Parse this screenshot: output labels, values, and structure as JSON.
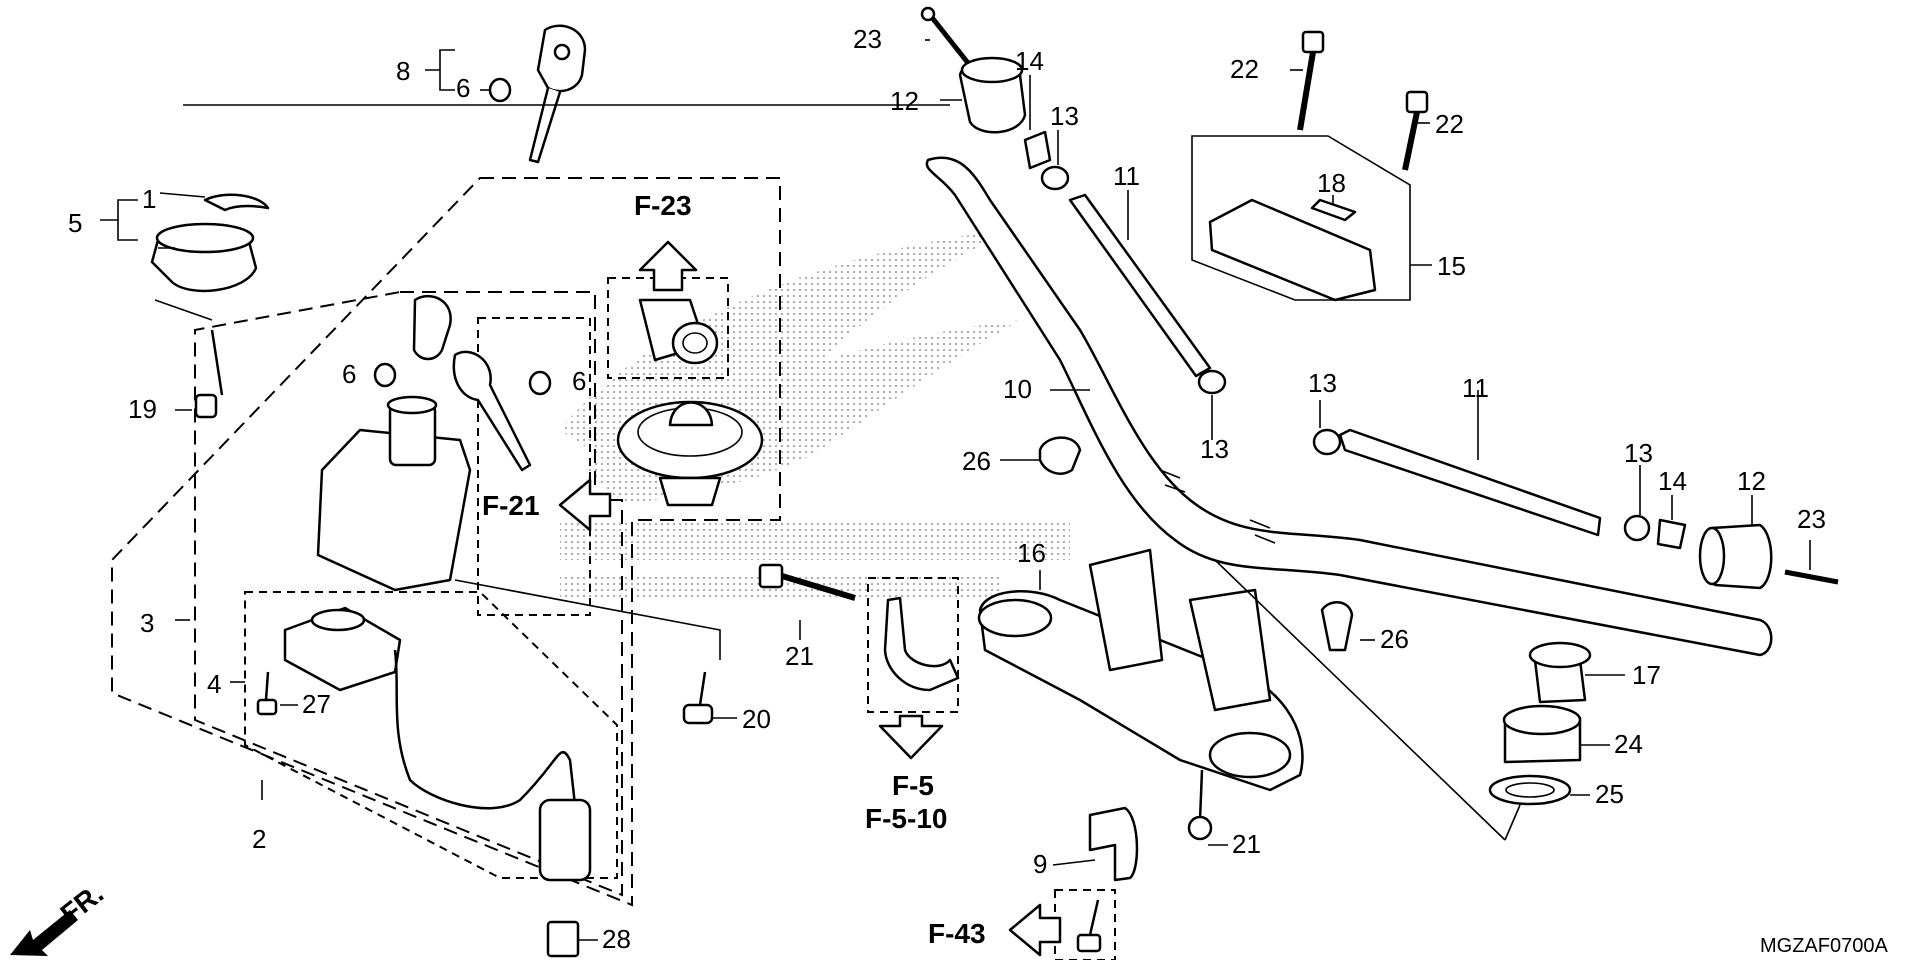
{
  "callouts": [
    {
      "id": "c1",
      "text": "1"
    },
    {
      "id": "c2",
      "text": "2"
    },
    {
      "id": "c3",
      "text": "3"
    },
    {
      "id": "c4",
      "text": "4"
    },
    {
      "id": "c5",
      "text": "5"
    },
    {
      "id": "c6a",
      "text": "6"
    },
    {
      "id": "c6b",
      "text": "6"
    },
    {
      "id": "c6c",
      "text": "6"
    },
    {
      "id": "c8",
      "text": "8"
    },
    {
      "id": "c9",
      "text": "9"
    },
    {
      "id": "c10",
      "text": "10"
    },
    {
      "id": "c11a",
      "text": "11"
    },
    {
      "id": "c11b",
      "text": "11"
    },
    {
      "id": "c12a",
      "text": "12"
    },
    {
      "id": "c12b",
      "text": "12"
    },
    {
      "id": "c13a",
      "text": "13"
    },
    {
      "id": "c13b",
      "text": "13"
    },
    {
      "id": "c13c",
      "text": "13"
    },
    {
      "id": "c13d",
      "text": "13"
    },
    {
      "id": "c14a",
      "text": "14"
    },
    {
      "id": "c14b",
      "text": "14"
    },
    {
      "id": "c15",
      "text": "15"
    },
    {
      "id": "c16",
      "text": "16"
    },
    {
      "id": "c17",
      "text": "17"
    },
    {
      "id": "c18",
      "text": "18"
    },
    {
      "id": "c19",
      "text": "19"
    },
    {
      "id": "c20",
      "text": "20"
    },
    {
      "id": "c21a",
      "text": "21"
    },
    {
      "id": "c21b",
      "text": "21"
    },
    {
      "id": "c22a",
      "text": "22"
    },
    {
      "id": "c22b",
      "text": "22"
    },
    {
      "id": "c23a",
      "text": "23"
    },
    {
      "id": "c23b",
      "text": "23"
    },
    {
      "id": "c24",
      "text": "24"
    },
    {
      "id": "c25",
      "text": "25"
    },
    {
      "id": "c26a",
      "text": "26"
    },
    {
      "id": "c26b",
      "text": "26"
    },
    {
      "id": "c27",
      "text": "27"
    },
    {
      "id": "c28",
      "text": "28"
    }
  ],
  "references": {
    "f23": "F-23",
    "f21": "F-21",
    "f5": "F-5",
    "f510": "F-5-10",
    "f43": "F-43"
  },
  "front_label": "FR.",
  "drawing_code": "MGZAF0700A"
}
